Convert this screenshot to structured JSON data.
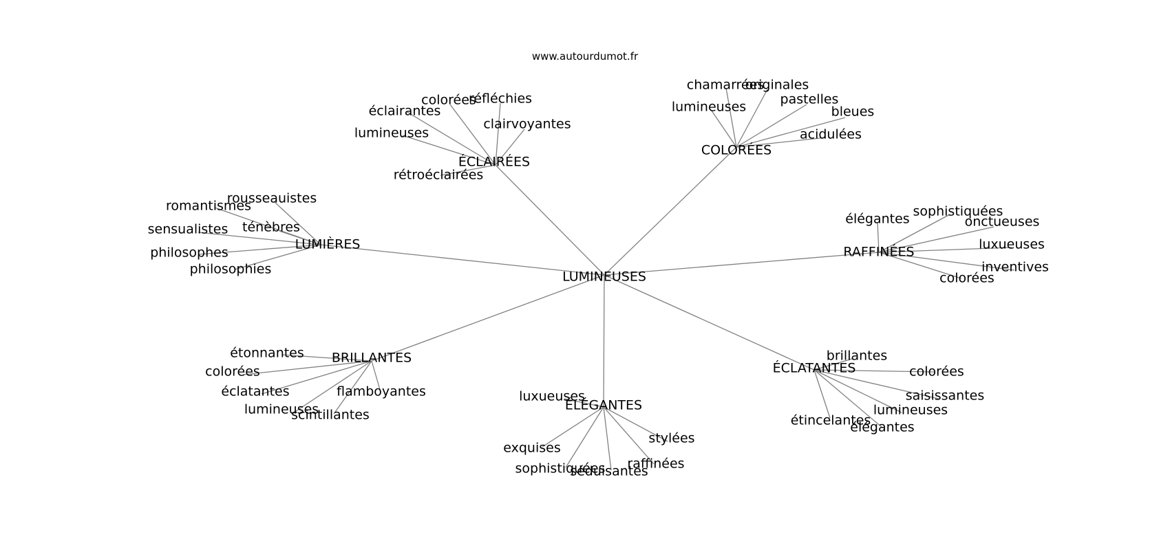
{
  "site": "www.autourdumot.fr",
  "center": {
    "id": "center",
    "label": "LUMINEUSES"
  },
  "hubs": [
    {
      "id": "eclairees",
      "label": "ÉCLAIRÉES",
      "leaves": [
        "éclairantes",
        "colorées",
        "réfléchies",
        "clairvoyantes",
        "lumineuses",
        "rétroéclairées"
      ]
    },
    {
      "id": "colorees",
      "label": "COLORÉES",
      "leaves": [
        "chamarrées",
        "originales",
        "pastelles",
        "bleues",
        "lumineuses",
        "acidulées"
      ]
    },
    {
      "id": "lumieres",
      "label": "LUMIÈRES",
      "leaves": [
        "rousseauistes",
        "romantismes",
        "ténèbres",
        "sensualistes",
        "philosophes",
        "philosophies"
      ]
    },
    {
      "id": "raffinees",
      "label": "RAFFINÉES",
      "leaves": [
        "élégantes",
        "sophistiquées",
        "onctueuses",
        "luxueuses",
        "inventives",
        "colorées"
      ]
    },
    {
      "id": "brillantes",
      "label": "BRILLANTES",
      "leaves": [
        "étonnantes",
        "colorées",
        "éclatantes",
        "flamboyantes",
        "lumineuses",
        "scintillantes"
      ]
    },
    {
      "id": "elegantes",
      "label": "ÉLÉGANTES",
      "leaves": [
        "luxueuses",
        "exquises",
        "sophistiquées",
        "séduisantes",
        "raffinées",
        "stylées"
      ]
    },
    {
      "id": "eclatantes",
      "label": "ÉCLATANTES",
      "leaves": [
        "brillantes",
        "colorées",
        "saisissantes",
        "lumineuses",
        "étincelantes",
        "élégantes"
      ]
    }
  ]
}
